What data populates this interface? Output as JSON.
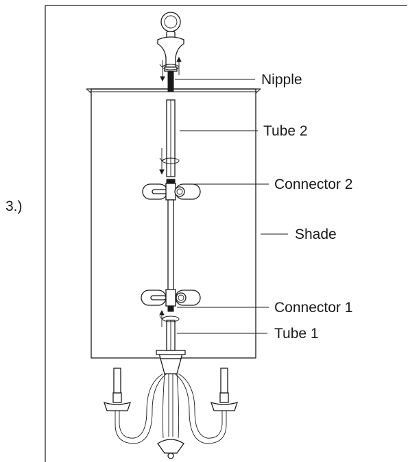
{
  "step_label": "3.)",
  "labels": {
    "nipple": "Nipple",
    "tube2": "Tube 2",
    "connector2": "Connector 2",
    "shade": "Shade",
    "connector1": "Connector 1",
    "tube1": "Tube 1"
  },
  "icons": {
    "rotate_arrows": "rotate-clockwise-icon"
  }
}
